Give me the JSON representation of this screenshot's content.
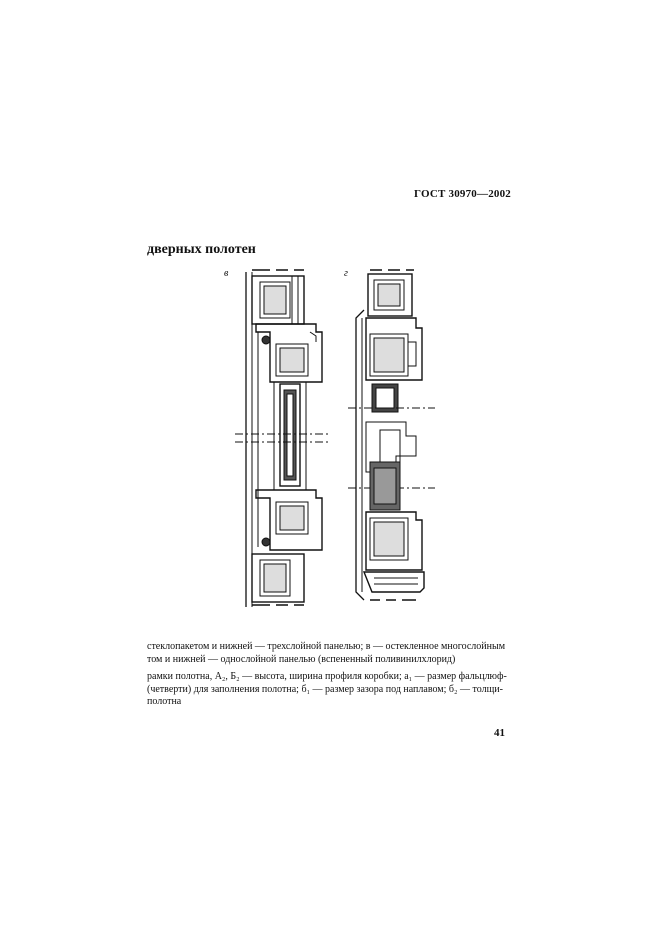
{
  "header": {
    "standard": "ГОСТ 30970—2002"
  },
  "section": {
    "heading": "дверных полотен"
  },
  "figure": {
    "label_left": "в",
    "label_right": "г"
  },
  "caption": {
    "line1": "стеклопакетом и нижней — трехслойной панелью; в — остекленное многослойным",
    "line2": "том и нижней — однослойной панелью (вспененный поливинилхлорид)",
    "line3": "рамки полотна, A₂, Б₂ — высота, ширина профиля коробки; a₁ — размер фальцлюф-",
    "line4": "(четверти) для заполнения полотна; б₁ — размер зазора под наплавом; б₂ — толщи-",
    "line5": "полотна"
  },
  "page": {
    "number": "41"
  }
}
